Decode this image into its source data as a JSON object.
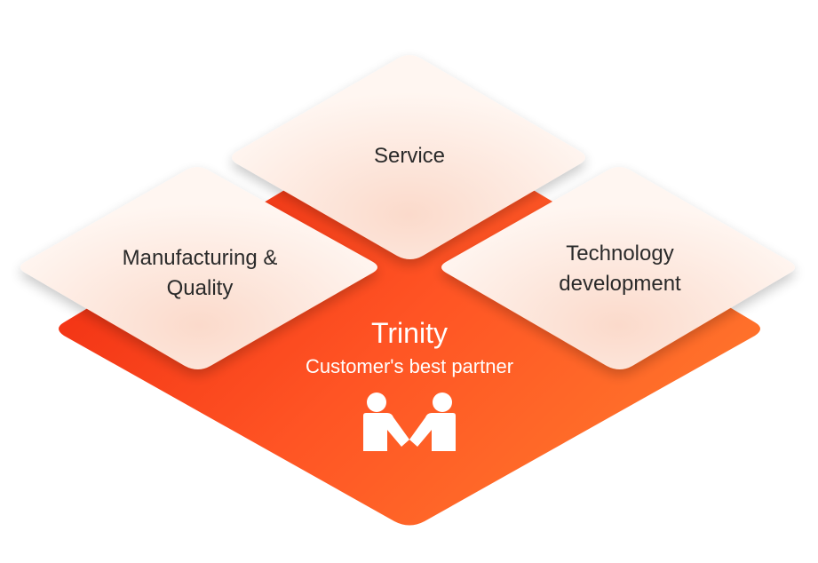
{
  "diagram": {
    "tiles": {
      "top": {
        "label": "Service"
      },
      "left": {
        "label": "Manufacturing &\nQuality"
      },
      "right": {
        "label": "Technology\ndevelopment"
      }
    },
    "base": {
      "title": "Trinity",
      "subtitle": "Customer's best partner",
      "icon": "handshake-people-icon"
    },
    "colors": {
      "base_start": "#ef2a10",
      "base_mid": "#ff5424",
      "base_end": "#ff7a2c",
      "tile_light": "#fff6f1",
      "tile_tint": "#fbdacb",
      "label_text": "#2a2a2a",
      "base_text": "#ffffff"
    }
  }
}
